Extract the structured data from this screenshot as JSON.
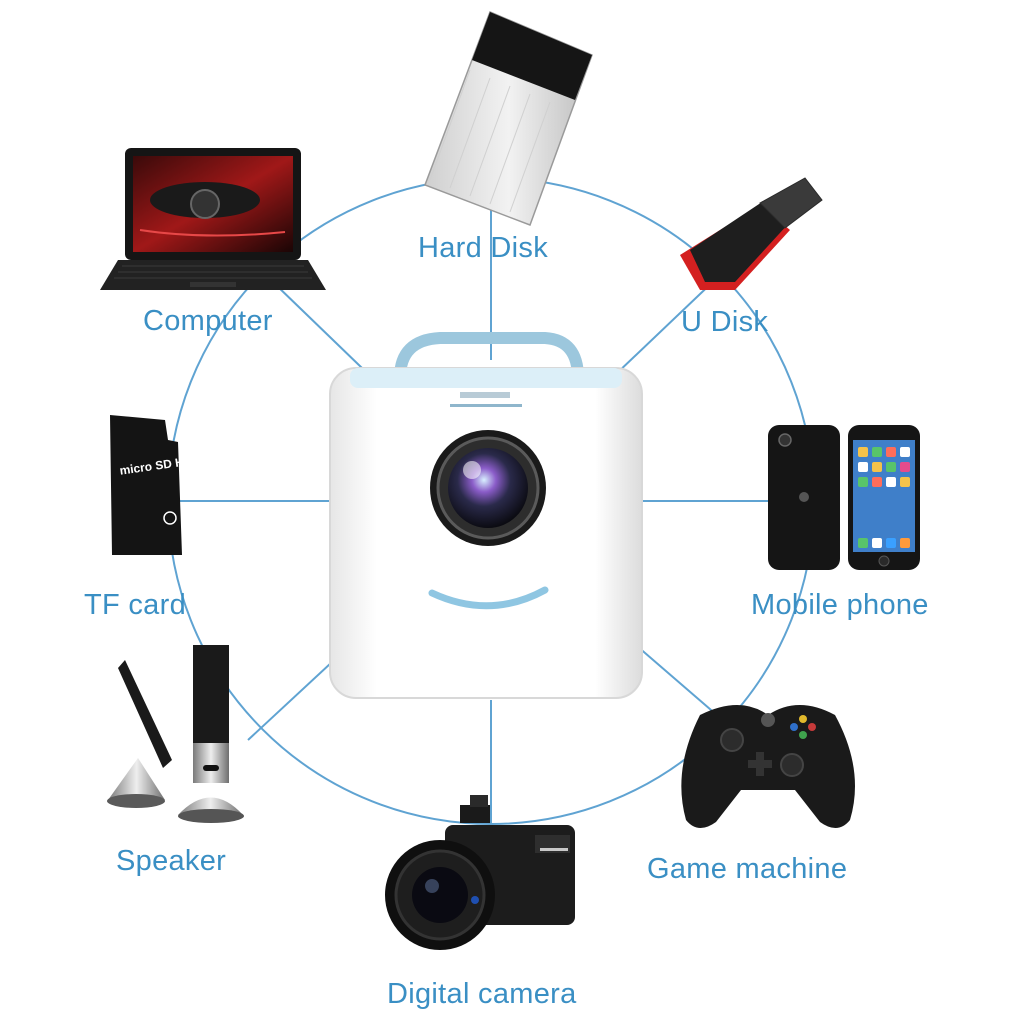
{
  "colors": {
    "accent": "#3a8fc4",
    "ring": "#5fa3d2",
    "projector_trim": "#8fc6e2"
  },
  "center_device": {
    "icon": "mini-projector-icon"
  },
  "devices": [
    {
      "id": "hard-disk",
      "label": "Hard Disk",
      "icon": "hard-disk-icon"
    },
    {
      "id": "u-disk",
      "label": "U Disk",
      "icon": "usb-drive-icon"
    },
    {
      "id": "mobile-phone",
      "label": "Mobile phone",
      "icon": "mobile-phone-icon"
    },
    {
      "id": "game-machine",
      "label": "Game machine",
      "icon": "game-controller-icon"
    },
    {
      "id": "digital-camera",
      "label": "Digital camera",
      "icon": "digital-camera-icon"
    },
    {
      "id": "speaker",
      "label": "Speaker",
      "icon": "speaker-icon"
    },
    {
      "id": "tf-card",
      "label": "TF card",
      "icon": "micro-sd-card-icon"
    },
    {
      "id": "computer",
      "label": "Computer",
      "icon": "laptop-icon"
    }
  ],
  "tf_card_marking": "micro SD HC"
}
